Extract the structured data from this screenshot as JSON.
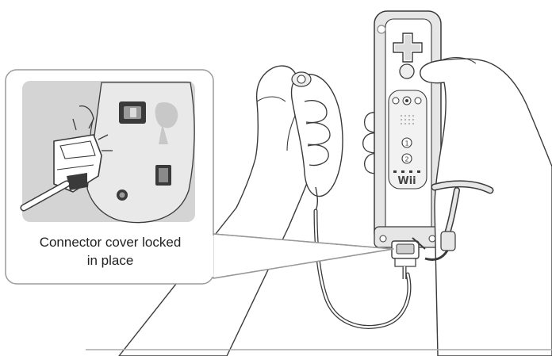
{
  "callout": {
    "caption_line1": "Connector cover locked",
    "caption_line2": "in place"
  },
  "controller": {
    "brand_label": "Wii",
    "button_1_label": "1",
    "button_2_label": "2"
  },
  "colors": {
    "outline": "#3a3a3a",
    "panel_fill": "#d4d4d4",
    "jacket_fill": "#e6e6e6",
    "box_border": "#9a9a9a"
  }
}
